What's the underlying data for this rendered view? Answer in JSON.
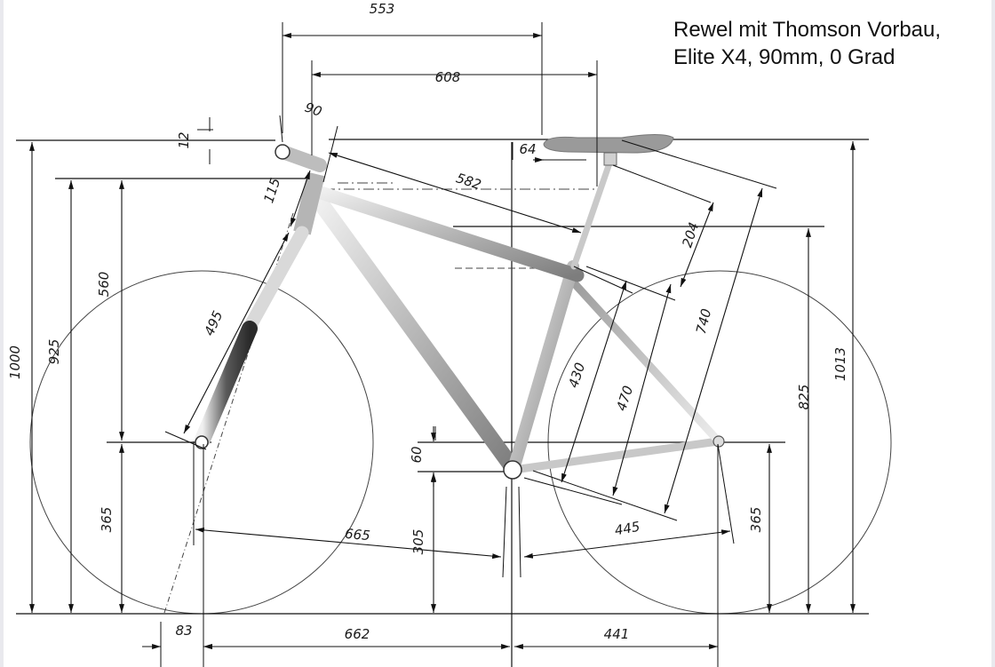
{
  "caption": {
    "line1": "Rewel mit Thomson Vorbau,",
    "line2": "Elite X4, 90mm, 0 Grad"
  },
  "dimensions": {
    "d553": "553",
    "d608": "608",
    "d90": "90",
    "d12": "12",
    "d64": "64",
    "d582": "582",
    "d115": "115",
    "d204": "204",
    "d560": "560",
    "d495": "495",
    "d740": "740",
    "d925": "925",
    "d1000": "1000",
    "d430": "430",
    "d470": "470",
    "d825": "825",
    "d1013": "1013",
    "d60": "60",
    "d365_front": "365",
    "d305": "305",
    "d665": "665",
    "d445": "445",
    "d365_rear": "365",
    "d83": "83",
    "d662": "662",
    "d441": "441"
  },
  "colors": {
    "line": "#111111",
    "tube_light": "#e6e6e6",
    "tube_dark": "#8c8c8c",
    "saddle": "#9a9a9a",
    "fork_dark": "#3a3a3a"
  }
}
